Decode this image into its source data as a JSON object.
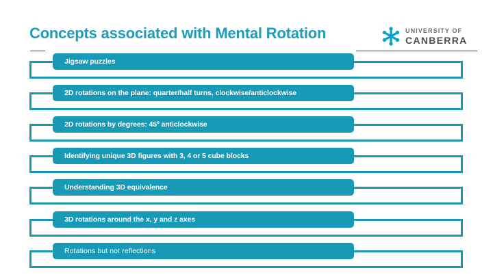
{
  "slide": {
    "title": "Concepts associated with Mental Rotation",
    "accent_color": "#1899b6",
    "title_color": "#1e9cba",
    "rule_color": "#3f3f44",
    "background_color": "#ffffff"
  },
  "logo": {
    "org_line1": "UNIVERSITY OF",
    "org_line2": "CANBERRA",
    "icon": "uc-snowflake-icon",
    "icon_color": "#00a3c4",
    "line1_color": "#6d6e71",
    "line2_color": "#4d4d4f"
  },
  "concepts": {
    "bar_text_color": "#ffffff",
    "items": [
      {
        "label": "Jigsaw puzzles"
      },
      {
        "label": "2D rotations on the plane: quarter/half turns, clockwise/anticlockwise"
      },
      {
        "label": "2D rotations by degrees: 45º anticlockwise"
      },
      {
        "label": "Identifying unique 3D figures with 3, 4 or 5 cube blocks"
      },
      {
        "label": "Understanding 3D equivalence"
      },
      {
        "label": "3D rotations around the x, y and z axes"
      },
      {
        "label": "Rotations but not reflections"
      }
    ]
  }
}
